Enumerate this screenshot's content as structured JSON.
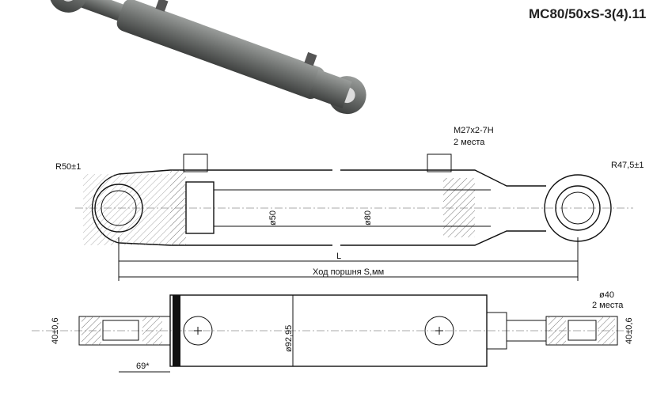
{
  "title": "MC80/50xS-3(4).11",
  "labels": {
    "rear_radius": "R50±1",
    "port_thread": "M27x2-7H",
    "port_count": "2 места",
    "front_radius": "R47,5±1",
    "rod_diameter": "ø50",
    "bore_diameter": "ø80",
    "length": "L",
    "stroke": "Ход поршня S,мм",
    "rear_eye_width": "40±0,6",
    "angle": "69*",
    "tube_diameter": "ø92,95",
    "pin_diameter": "ø40",
    "pin_count": "2 места",
    "front_eye_width": "40±0,6"
  },
  "colors": {
    "body": "#6b6e6c",
    "line": "#111111",
    "hatch": "#777777"
  }
}
